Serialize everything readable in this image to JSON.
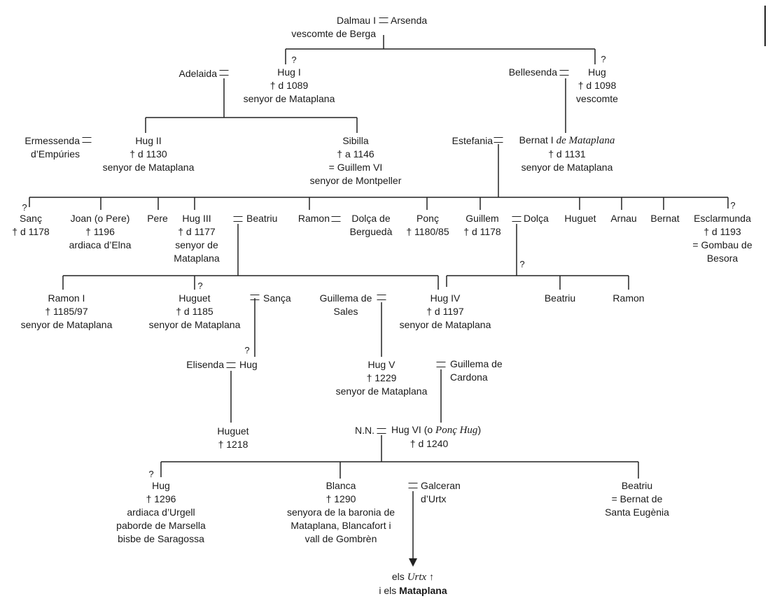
{
  "dalmau": [
    "Dalmau I",
    "vescomte de Berga"
  ],
  "arsenda": [
    "Arsenda"
  ],
  "adelaida": [
    "Adelaida"
  ],
  "hug1": [
    "Hug I",
    "† d 1089",
    "senyor de Mataplana"
  ],
  "bellesenda": [
    "Bellesenda"
  ],
  "hug_vescomte": [
    "Hug",
    "† d 1098",
    "vescomte"
  ],
  "ermessenda": [
    "Ermessenda",
    "d’Empúries"
  ],
  "hug2": [
    "Hug II",
    "† d 1130",
    "senyor de Mataplana"
  ],
  "sibilla": [
    "Sibilla",
    "† a 1146",
    "= Guillem VI",
    "senyor de Montpeller"
  ],
  "estefania": [
    "Estefania"
  ],
  "bernat1": {
    "name": "Bernat I",
    "name_italic": "de Mataplana",
    "lines": [
      "† d 1131",
      "senyor de Mataplana"
    ]
  },
  "sanc": [
    "Sanç",
    "† d 1178"
  ],
  "joan": [
    "Joan (o Pere)",
    "† 1196",
    "ardiaca d’Elna"
  ],
  "pere": [
    "Pere"
  ],
  "hug3": [
    "Hug III",
    "† d 1177",
    "senyor de",
    "Mataplana"
  ],
  "beatriu_h3": [
    "Beatriu"
  ],
  "ramon": [
    "Ramon"
  ],
  "dolca_bergueda": [
    "Dolça de",
    "Berguedà"
  ],
  "ponc": [
    "Ponç",
    "† 1180/85"
  ],
  "guillem": [
    "Guillem",
    "† d 1178"
  ],
  "dolca": [
    "Dolça"
  ],
  "huguet_top": [
    "Huguet"
  ],
  "arnau": [
    "Arnau"
  ],
  "bernat": [
    "Bernat"
  ],
  "esclarmunda": [
    "Esclarmunda",
    "† d 1193",
    "= Gombau de",
    "Besora"
  ],
  "ramon1": [
    "Ramon I",
    "† 1185/97",
    "senyor de Mataplana"
  ],
  "huguet_mid": [
    "Huguet",
    "† d 1185",
    "senyor de Mataplana"
  ],
  "sanca": [
    "Sança"
  ],
  "guillema_sales": [
    "Guillema de",
    "Sales"
  ],
  "hug4": [
    "Hug IV",
    "† d 1197",
    "senyor de Mataplana"
  ],
  "beatriu_g": [
    "Beatriu"
  ],
  "ramon_g": [
    "Ramon"
  ],
  "elisenda": [
    "Elisenda"
  ],
  "hug_es": [
    "Hug"
  ],
  "hug5": [
    "Hug V",
    "† 1229",
    "senyor de Mataplana"
  ],
  "guillema_cardona": [
    "Guillema de",
    "Cardona"
  ],
  "huguet_low": [
    "Huguet",
    "† 1218"
  ],
  "nn": [
    "N.N."
  ],
  "hug6": {
    "name": "Hug VI (o",
    "name_italic": "Ponç Hug",
    "tail": ")",
    "lines": [
      "† d 1240"
    ]
  },
  "hug_bisbe": [
    "Hug",
    "† 1296",
    "ardiaca d’Urgell",
    "paborde de Marsella",
    "bisbe de Saragossa"
  ],
  "blanca": [
    "Blanca",
    "† 1290",
    "senyora de la baronia de",
    "Mataplana, Blancafort i",
    "vall de Gombrèn"
  ],
  "galceran": [
    "Galceran",
    "d’Urtx"
  ],
  "beatriu_low": [
    "Beatriu",
    "= Bernat de",
    "Santa Eugènia"
  ],
  "footer": {
    "els": "els",
    "urtx": "Urtx",
    "arrow": "↑",
    "i_els": "i els",
    "mataplana": "Mataplana"
  },
  "question_mark": "?",
  "line_color": "#222222"
}
